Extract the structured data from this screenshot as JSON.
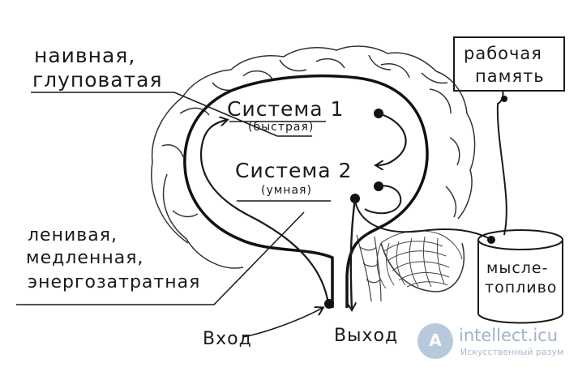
{
  "labels": {
    "naive_line1": "наивная,",
    "naive_line2": "глуповатая",
    "system1_title": "Система 1",
    "system1_sub": "(быстрая)",
    "system2_title": "Система 2",
    "system2_sub": "(умная)",
    "lazy_line1": "ленивая,",
    "lazy_line2": "медленная,",
    "lazy_line3": "энергозатратная",
    "memory_line1": "рабочая",
    "memory_line2": "память",
    "fuel_line1": "мысле-",
    "fuel_line2": "топливо",
    "input": "Вход",
    "output": "Выход"
  },
  "watermark": {
    "logo_letter": "A",
    "site": "intellect.icu",
    "tagline": "Искусственный разум",
    "color": "#9fb4cc"
  }
}
